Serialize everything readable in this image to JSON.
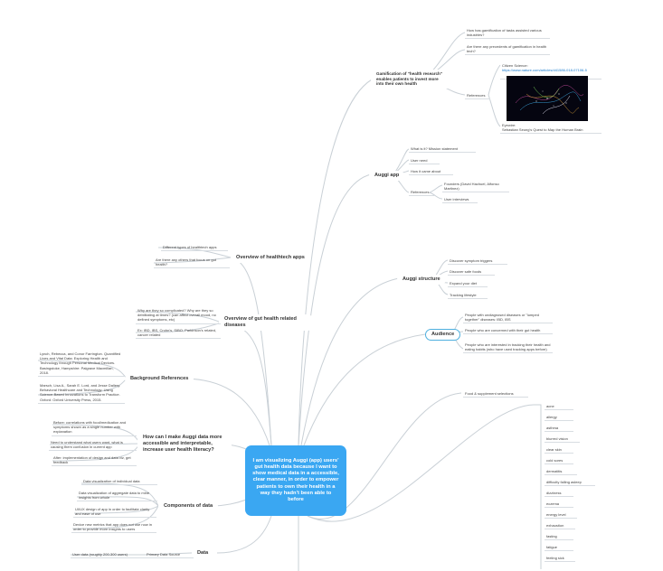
{
  "central": {
    "text": "I am visualizing Auggi (app) users' gut health data because I want to show medical data in a accessible, clear manner, in order to empower patients to own their health in a way they hadn't been able to before"
  },
  "right": {
    "gamification": {
      "title": "Gamification of \"health research\" enables patients to invest more into their own health",
      "q1": "How has gamification of tasks assisted various industries?",
      "q2": "Are there any precedents of gamification in health tech?",
      "refs_label": "References",
      "ref1_title": "Citizen Science:",
      "ref1_url": "https://www.nature.com/articles/d41586-018-07106-5",
      "ref2": "Eyewire:\nSebastian Seung's Quest to Map the Human Brain"
    },
    "auggi_app": {
      "title": "Auggi app",
      "items": [
        "What is it? Mission statement",
        "User need",
        "How it came about"
      ],
      "refs_label": "References",
      "ref1": "Founders (David Hachuel, Alfonso Martinez)",
      "ref2": "User interviews"
    },
    "structure": {
      "title": "Auggi structure",
      "items": [
        "Discover symptom triggers",
        "Discover safe foods",
        "Expand your diet",
        "Tracking lifestyle"
      ]
    },
    "audience": {
      "title": "Audience",
      "items": [
        "People with undiagnosed diseases or \"lumped together\" diseases: IBD, IBS",
        "People who are concerned with their gut health",
        "People who are interested in tracking their health and eating habits (who have used tracking apps before)"
      ]
    },
    "food": "Food & supplement selections",
    "symptoms": [
      "acne",
      "allergy",
      "asthma",
      "blurred vision",
      "clear skin",
      "cold sores",
      "dermatitis",
      "difficulty falling asleep",
      "dizziness",
      "eczema",
      "energy level",
      "exhaustion",
      "fasting",
      "fatigue",
      "feeling sick"
    ]
  },
  "left": {
    "healthtech": {
      "title": "Overview of healthtech apps",
      "items": [
        "Different types of healthtech apps",
        "Are there any others that focus on gut health?"
      ]
    },
    "gut": {
      "title": "Overview of gut health related diseases",
      "items": [
        "Why are they so complicated? Why are they so debilitating at times? (can affect overall mood, no defined symptoms, etc)",
        "Ex: IBD, IBS, Crohn's, SIBO, Parkinson's related, cancer related"
      ]
    },
    "background": {
      "title": "Background References",
      "items": [
        "Lynch, Rebecca, and Conor Farrington. Quantified Lives and Vital Data: Exploring Health and Technology through Personal Medical Devices. Basingstoke, Hampshire: Palgrave Macmillan, 2018.",
        "Marsch, Lisa A., Sarah E. Lord, and Jesse Dallery. Behavioral Healthcare and Technology: Using Science-Based Innovations to Transform Practice. Oxford: Oxford University Press, 2015."
      ]
    },
    "accessible": {
      "title": "How can I make Auggi data more accessible and interpretable, increase user health literacy?",
      "items": [
        "Before: correlations with food/medication and symptoms shown as a single number with explanation",
        "Need to understand what users want, what is causing them confusion in current app",
        "After: implementation of design and data viz, get feedback"
      ]
    },
    "components": {
      "title": "Components of data",
      "items": [
        "Data visualization of individual data",
        "Data visualization of aggregate data to mine insights from whole",
        "UI/UX design of app in order to facilitate clarity and ease of use",
        "Device new metrics that app does not use now in order to provide more insights to users"
      ]
    },
    "data": {
      "title": "Data",
      "source": "Primary Data Source",
      "source_item": "User data (roughly 200-300 users)"
    }
  },
  "colors": {
    "central": "#3aa7f2",
    "edge": "#c9d0d6",
    "audience_border": "#4fb0df"
  }
}
